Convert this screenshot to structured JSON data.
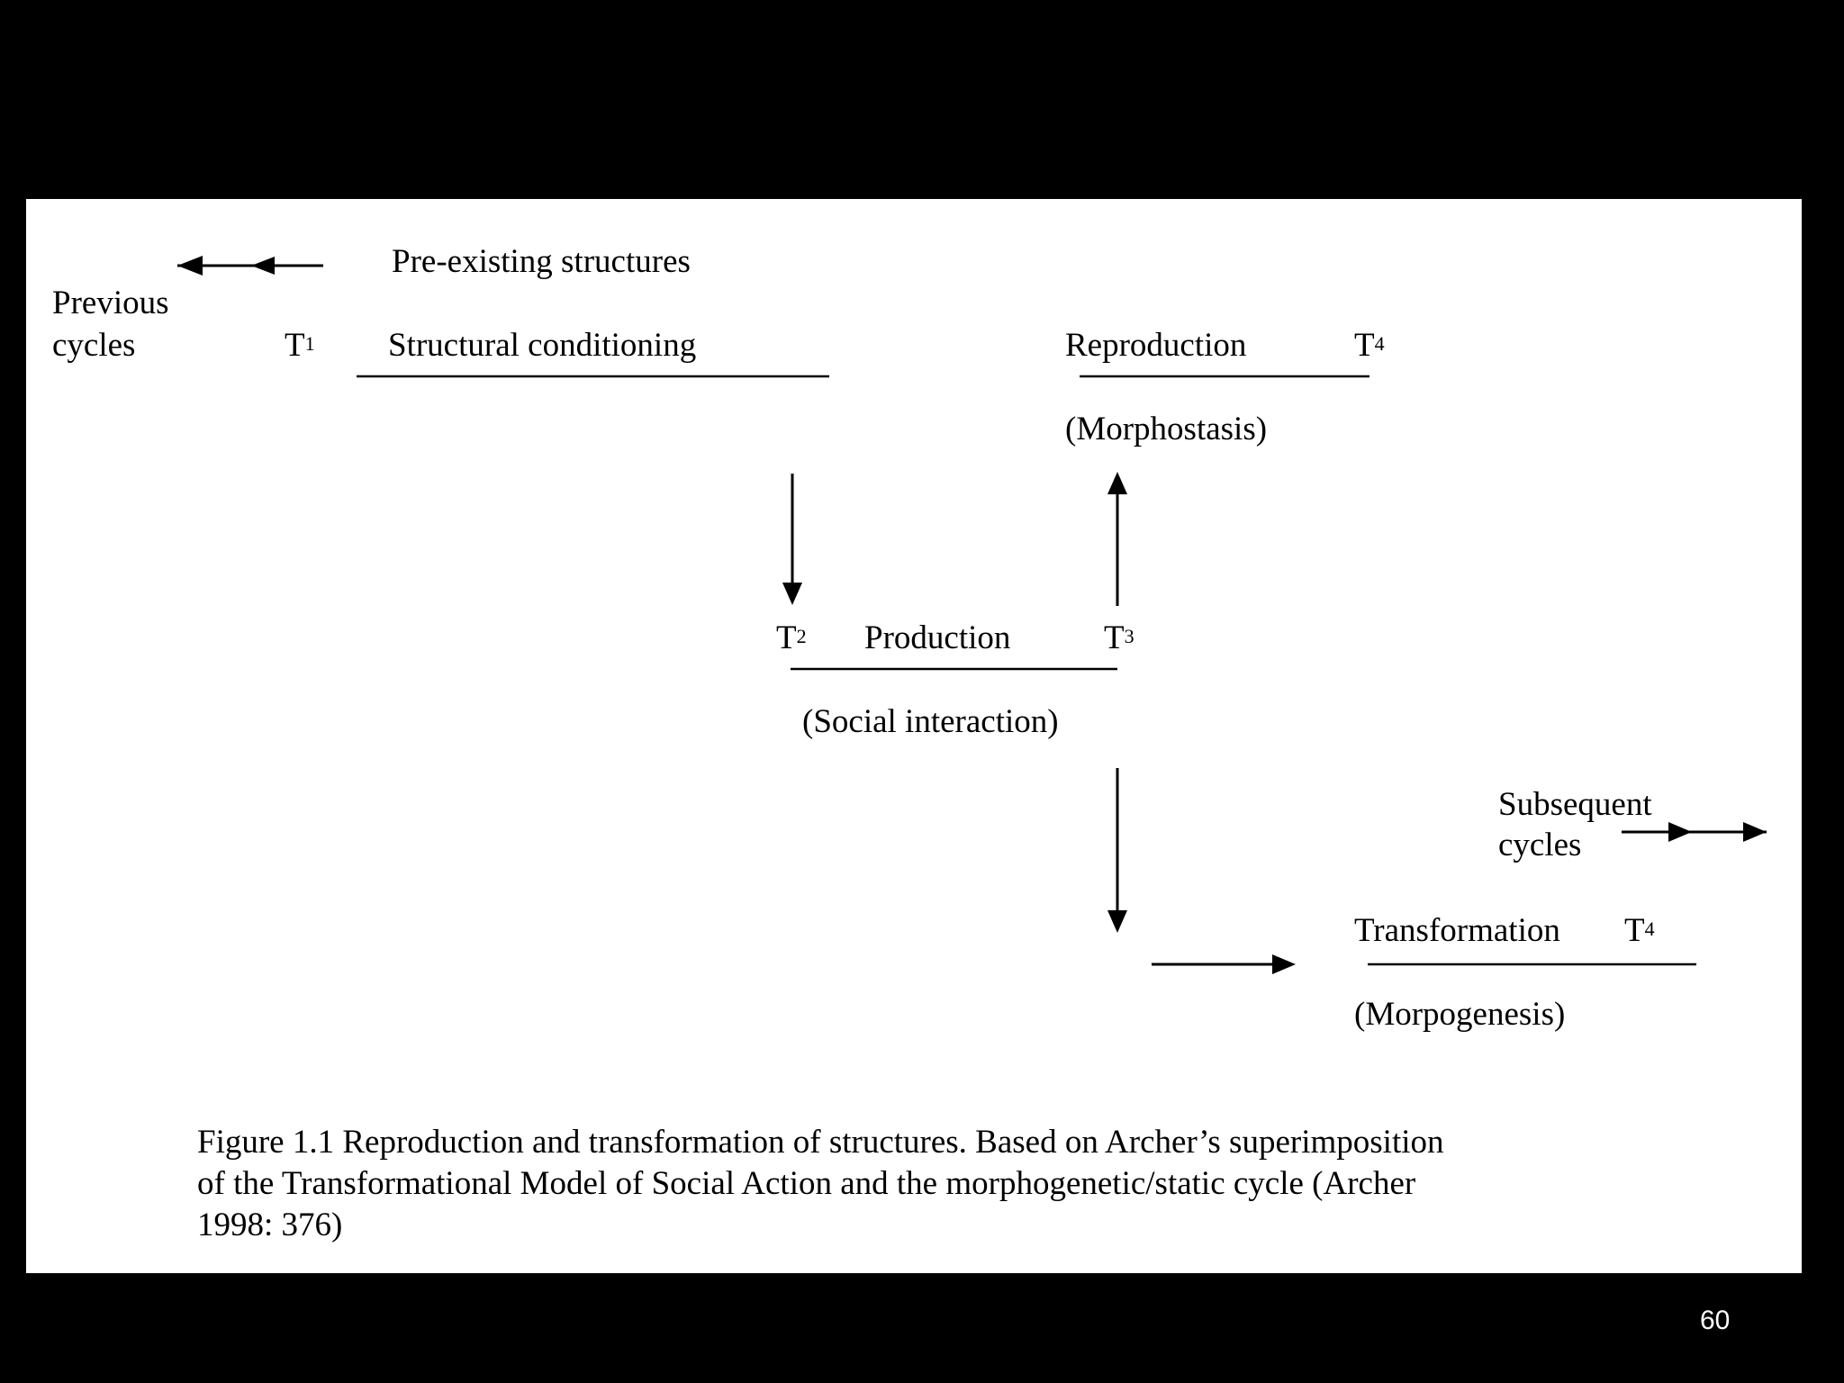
{
  "figure": {
    "pre_existing": "Pre-existing structures",
    "previous_line1": "Previous",
    "previous_line2": "cycles",
    "t1": {
      "base": "T",
      "sup": "1"
    },
    "structural": "Structural conditioning",
    "reproduction": "Reproduction",
    "t4_top": {
      "base": "T",
      "sup": "4"
    },
    "morphostasis": "(Morphostasis)",
    "t2": {
      "base": "T",
      "sup": "2"
    },
    "production": "Production",
    "t3": {
      "base": "T",
      "sup": "3"
    },
    "social_interaction": "(Social interaction)",
    "subsequent_line1": "Subsequent",
    "subsequent_line2": "cycles",
    "transformation": "Transformation",
    "t4_bottom": {
      "base": "T",
      "sup": "4"
    },
    "morpogenesis": "(Morpogenesis)"
  },
  "caption": "Figure 1.1 Reproduction and transformation of structures. Based on Archer’s superimposition\nof the Transformational Model of Social Action and the morphogenetic/static cycle (Archer\n1998: 376)",
  "slide_number": "60"
}
